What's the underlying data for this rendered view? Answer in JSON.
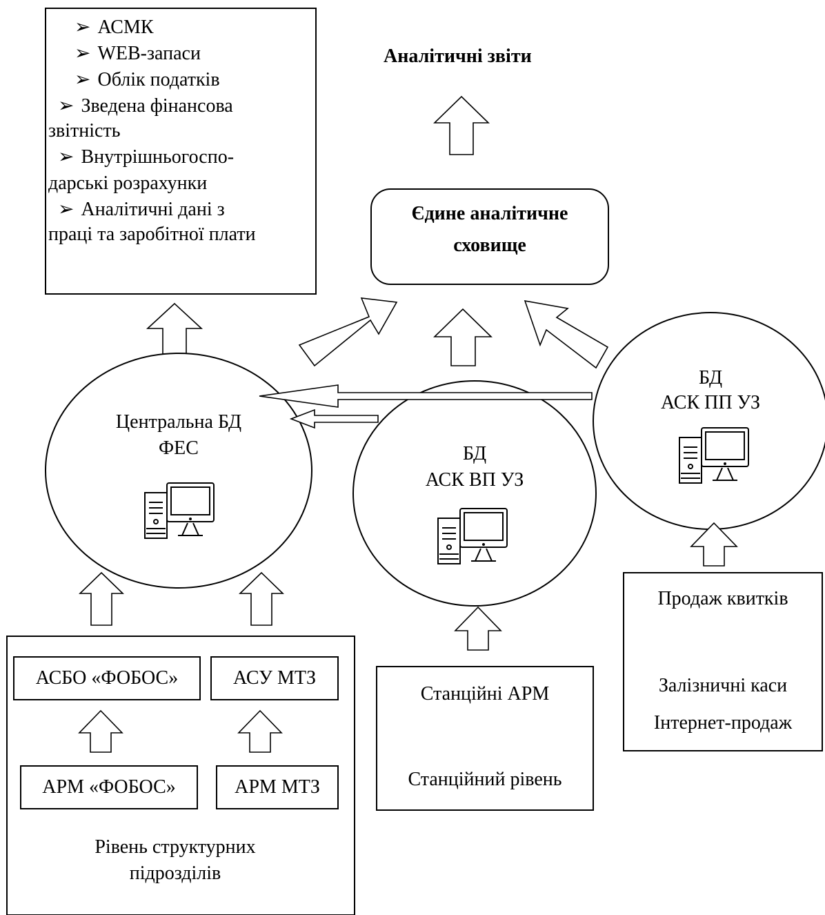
{
  "systems_box": {
    "items": [
      {
        "line1": "АСМК"
      },
      {
        "line1": "WEB-запаси"
      },
      {
        "line1": "Облік податків"
      },
      {
        "line1": "Зведена фінансова",
        "line2": "звітність"
      },
      {
        "line1": "Внутрішньогоспо-",
        "line2": "дарські розрахунки"
      },
      {
        "line1": "Аналітичні дані з",
        "line2": "праці та заробітної плати"
      }
    ]
  },
  "analytic_reports": "Аналітичні звіти",
  "warehouse": {
    "line1": "Єдине аналітичне",
    "line2": "сховище"
  },
  "central_db": {
    "line1": "Центральна БД",
    "line2": "ФЕС",
    "icon": "computer-icon"
  },
  "vp_db": {
    "line1": "БД",
    "line2": "АСК ВП УЗ",
    "icon": "computer-icon"
  },
  "pp_db": {
    "line1": "БД",
    "line2": "АСК ПП УЗ",
    "icon": "computer-icon"
  },
  "structural": {
    "asbo": "АСБО «ФОБОС»",
    "asu": "АСУ МТЗ",
    "arm_fobos": "АРМ «ФОБОС»",
    "arm_mtz": "АРМ МТЗ",
    "level_line1": "Рівень структурних",
    "level_line2": "підрозділів"
  },
  "station": {
    "title": "Станційні АРМ",
    "level": "Станційний рівень"
  },
  "tickets": {
    "title": "Продаж квитків",
    "cash": "Залізничні каси",
    "internet": "Інтернет-продаж"
  },
  "bullet": "➢"
}
